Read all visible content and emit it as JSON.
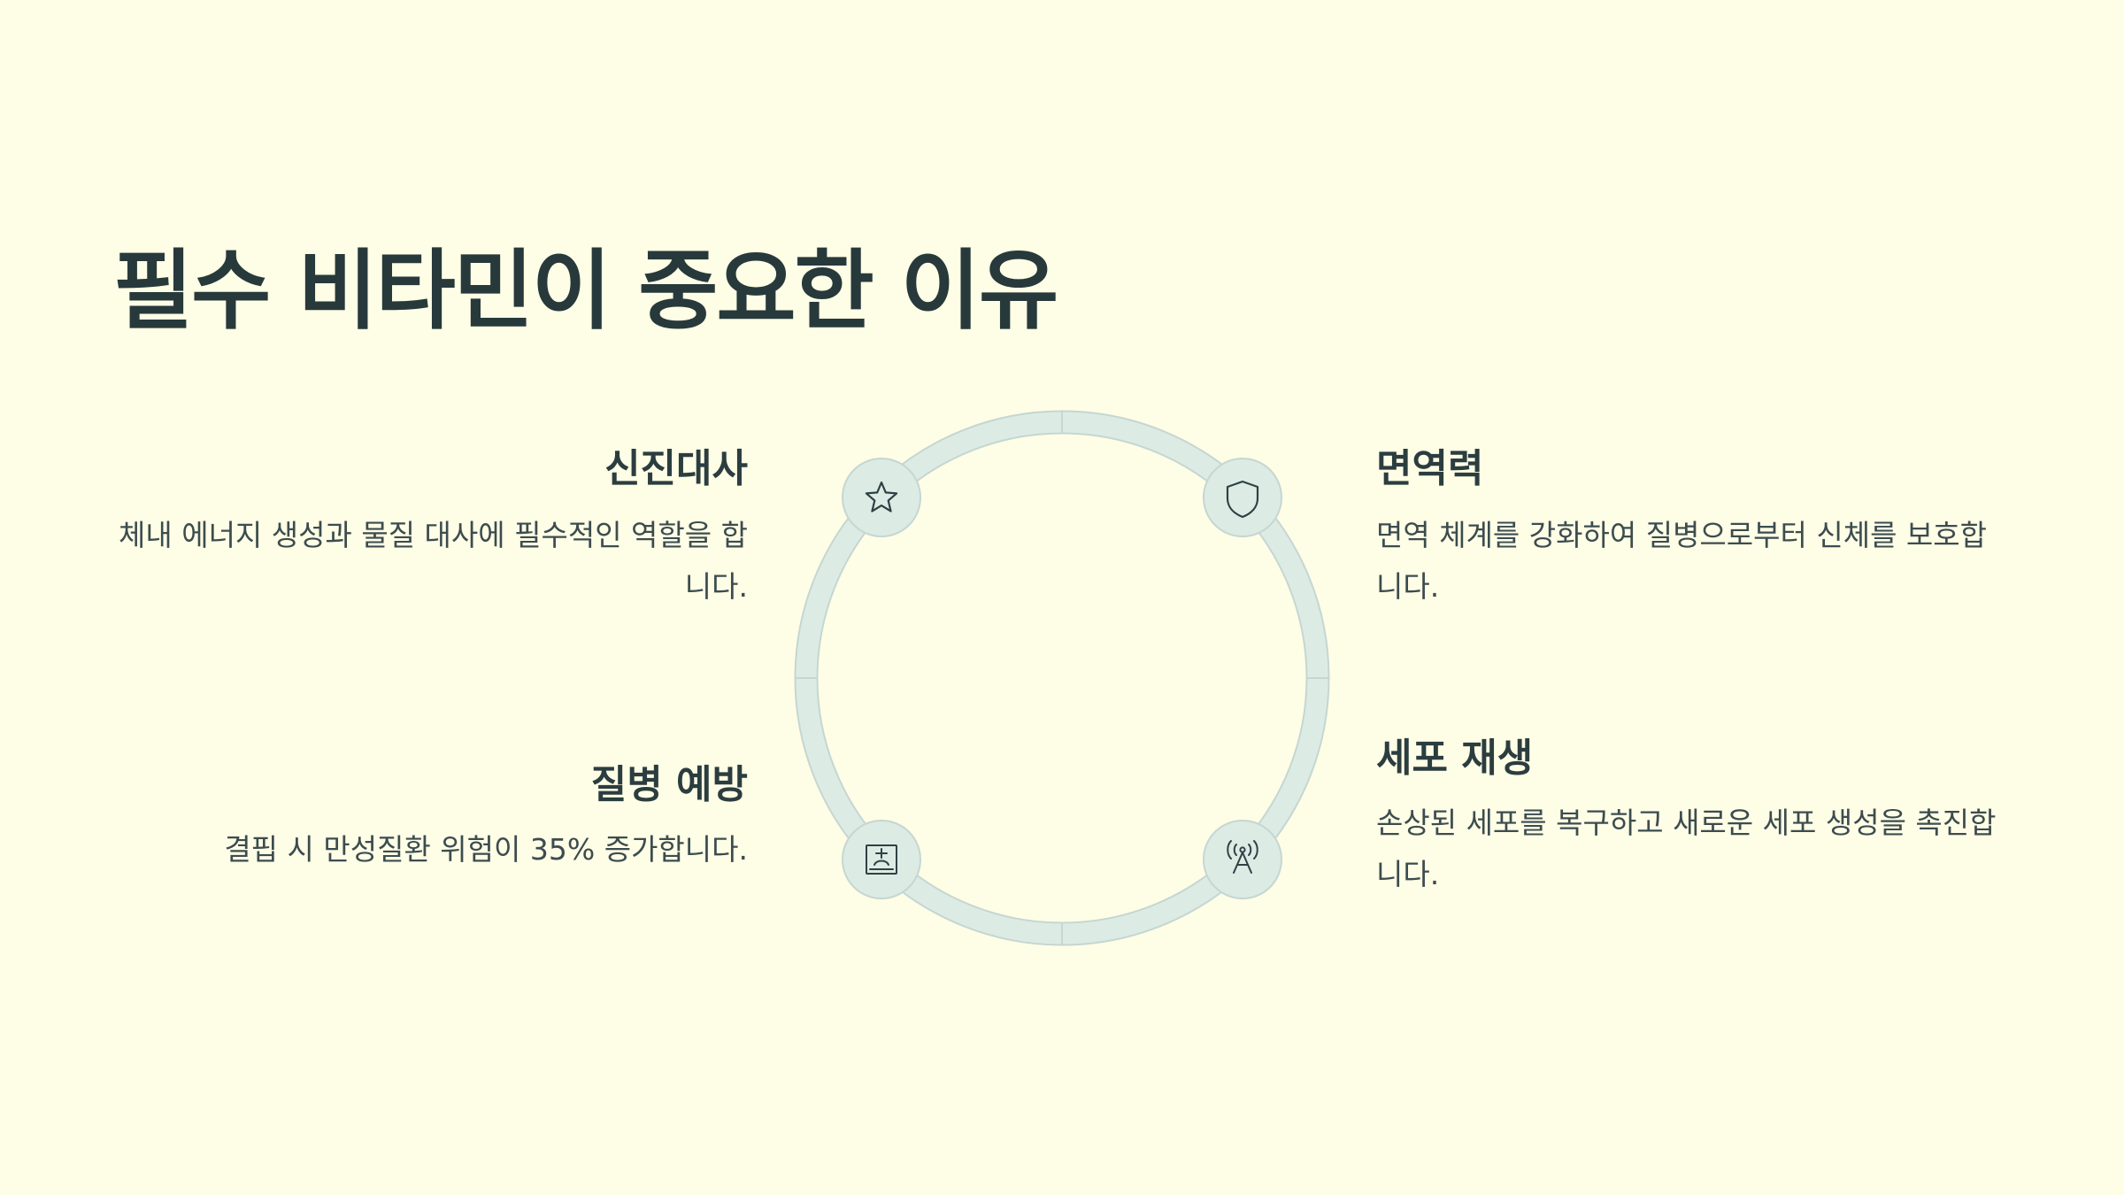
{
  "slide": {
    "title": "필수 비타민이 중요한 이유"
  },
  "items": [
    {
      "heading": "신진대사",
      "description": "체내 에너지 생성과 물질 대사에 필수적인 역할을 합니다.",
      "icon": "star-icon"
    },
    {
      "heading": "면역력",
      "description": "면역 체계를 강화하여 질병으로부터 신체를 보호합니다.",
      "icon": "shield-icon"
    },
    {
      "heading": "질병 예방",
      "description": "결핍 시 만성질환 위험이 35% 증가합니다.",
      "icon": "medical-chart-icon"
    },
    {
      "heading": "세포 재생",
      "description": "손상된 세포를 복구하고 새로운 세포 생성을 촉진합니다.",
      "icon": "broadcast-tower-icon"
    }
  ],
  "colors": {
    "background": "#fefde6",
    "ring": "#dcece5",
    "ring_border": "#c6d6d1",
    "text": "#27393b"
  }
}
